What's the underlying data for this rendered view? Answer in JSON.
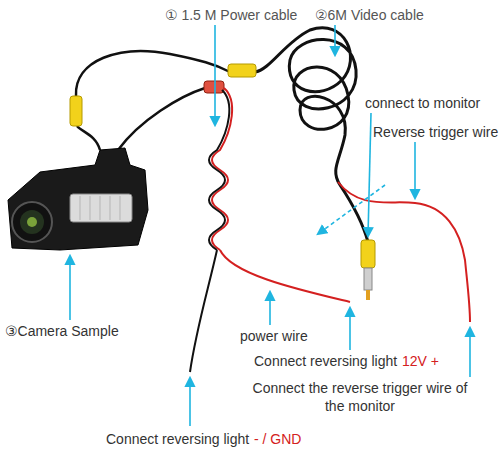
{
  "diagram": {
    "labels": [
      "① 1.5 M Power cable",
      "②6M Video cable",
      "connect to monitor",
      "Reverse trigger wire",
      "③Camera Sample",
      "power wire",
      "Connect reversing light",
      "12V +",
      "Connect the reverse trigger wire of the monitor",
      "Connect reversing light",
      "- / GND"
    ]
  }
}
